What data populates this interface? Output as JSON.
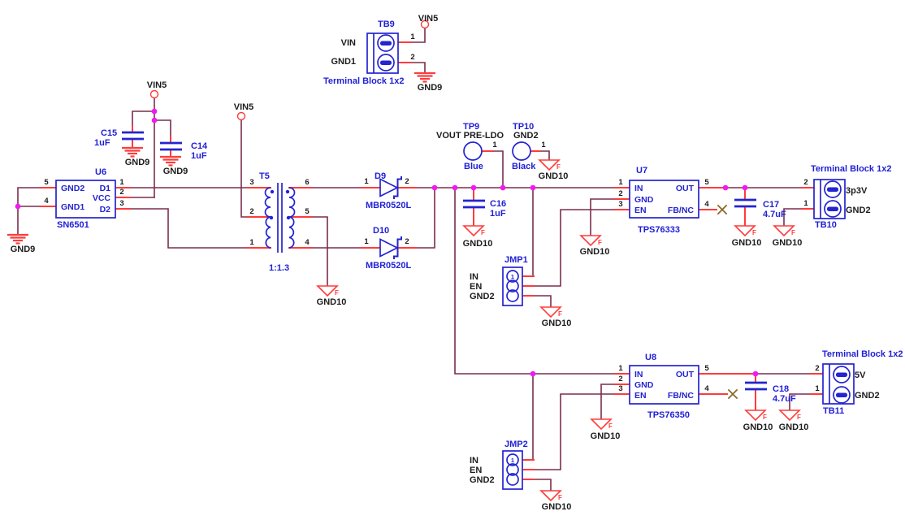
{
  "colors": {
    "background": "#ffffff",
    "wire": "#7b2d4e",
    "pin_red": "#ff3b3b",
    "symbol_blue": "#2424d0",
    "label_blue": "#1f1fd6",
    "label_black": "#1c1c1c",
    "junction_magenta": "#f318f3",
    "no_connect_brown": "#8a6a2a"
  },
  "nets": {
    "vin5": "VIN5",
    "gnd9": "GND9",
    "gnd10": "GND10",
    "flag_f": "F"
  },
  "pin_numbers": {
    "n1": "1",
    "n2": "2",
    "n3": "3",
    "n4": "4",
    "n5": "5",
    "n6": "6"
  },
  "tb9": {
    "ref": "TB9",
    "value": "Terminal Block 1x2",
    "pin1_name": "VIN",
    "pin2_name": "GND1"
  },
  "c15": {
    "ref": "C15",
    "value": "1uF"
  },
  "c14": {
    "ref": "C14",
    "value": "1uF"
  },
  "u6": {
    "ref": "U6",
    "value": "SN6501",
    "pin_gnd2": "GND2",
    "pin_d1": "D1",
    "pin_vcc": "VCC",
    "pin_gnd1": "GND1",
    "pin_d2": "D2"
  },
  "t5": {
    "ref": "T5",
    "value": "1:1.3"
  },
  "d9": {
    "ref": "D9",
    "value": "MBR0520L"
  },
  "d10": {
    "ref": "D10",
    "value": "MBR0520L"
  },
  "tp9": {
    "ref": "TP9",
    "net_label": "VOUT PRE-LDO",
    "value": "Blue"
  },
  "tp10": {
    "ref": "TP10",
    "net_label": "GND2",
    "value": "Black"
  },
  "c16": {
    "ref": "C16",
    "value": "1uF"
  },
  "jmp1": {
    "ref": "JMP1",
    "labels": [
      "IN",
      "EN",
      "GND2"
    ]
  },
  "jmp2": {
    "ref": "JMP2",
    "labels": [
      "IN",
      "EN",
      "GND2"
    ]
  },
  "u7": {
    "ref": "U7",
    "value": "TPS76333",
    "pin_in": "IN",
    "pin_gnd": "GND",
    "pin_en": "EN",
    "pin_out": "OUT",
    "pin_fbnc": "FB/NC"
  },
  "u8": {
    "ref": "U8",
    "value": "TPS76350",
    "pin_in": "IN",
    "pin_gnd": "GND",
    "pin_en": "EN",
    "pin_out": "OUT",
    "pin_fbnc": "FB/NC"
  },
  "c17": {
    "ref": "C17",
    "value": "4.7uF"
  },
  "c18": {
    "ref": "C18",
    "value": "4.7uF"
  },
  "tb10": {
    "ref": "TB10",
    "value": "Terminal Block 1x2",
    "pin2_name": "3p3V",
    "pin1_name": "GND2"
  },
  "tb11": {
    "ref": "TB11",
    "value": "Terminal Block 1x2",
    "pin2_name": "5V",
    "pin1_name": "GND2"
  }
}
